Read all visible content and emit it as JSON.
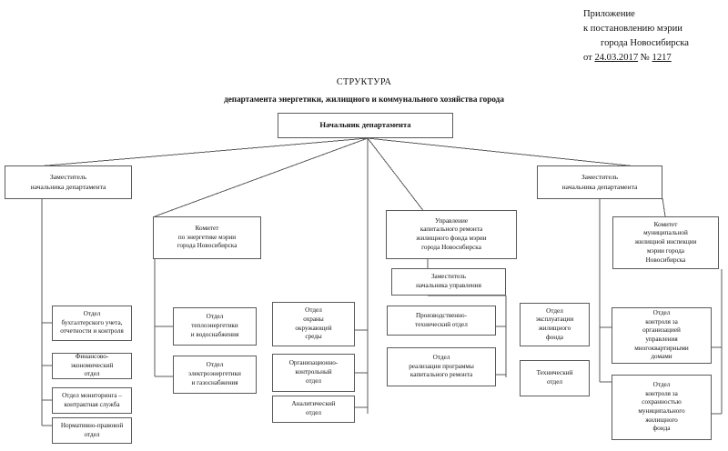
{
  "document_header": {
    "line1": "Приложение",
    "line2": "к постановлению мэрии",
    "line3": "города Новосибирска",
    "line4_prefix": "от ",
    "line4_date": "24.03.2017",
    "line4_mid": " № ",
    "line4_number": "1217"
  },
  "title": {
    "line1": "СТРУКТУРА",
    "line2": "департамента энергетики, жилищного и коммунального хозяйства города"
  },
  "chart_data": {
    "type": "diagram",
    "diagram_kind": "organizational-chart",
    "root": "Начальник департамента",
    "nodes": {
      "head": "Начальник департамента",
      "deputy_left": "Заместитель\nначальника департамента",
      "deputy_right": "Заместитель\nначальника департамента",
      "committee_energy": "Комитет\nпо энергетике мэрии\nгорода Новосибирска",
      "dept_capital_repair": "Управление\nкапитального ремонта\nжилищного фонда мэрии\nгорода Новосибирска",
      "committee_housing_inspection": "Комитет\nмуниципальной\nжилищной инспекции\nмэрии города\nНовосибирска",
      "deputy_of_management": "Заместитель\nначальника управления"
    },
    "columns": {
      "left_under_deputy_left": [
        "Отдел\nбухгалтерского учета,\nотчетности и контроля",
        "Финансово-экономический\nотдел",
        "Отдел мониторинга –\nконтрактная служба",
        "Нормативно-правовой\nотдел"
      ],
      "under_committee_energy": [
        "Отдел\nтеплоэнергетики\nи водоснабжения",
        "Отдел\nэлектроэнергетики\nи газоснабжения"
      ],
      "center_under_head": [
        "Отдел\nохраны\nокружающей\nсреды",
        "Организационно-\nконтрольный\nотдел",
        "Аналитический\nотдел"
      ],
      "under_capital_repair": [
        "Производственно-\nтехнический отдел",
        "Отдел\nреализации программы\nкапитального ремонта"
      ],
      "under_deputy_right": [
        "Отдел\nэксплуатации\nжилищного\nфонда",
        "Технический\nотдел"
      ],
      "under_housing_inspection": [
        "Отдел\nконтроля за\nорганизацией\nуправления\nмногоквартирными\nдомами",
        "Отдел\nконтроля за\nсохранностью\nмуниципального\nжилищного\nфонда"
      ]
    }
  },
  "colors": {
    "border": "#5a5a5a",
    "background": "#ffffff",
    "text": "#111111"
  }
}
